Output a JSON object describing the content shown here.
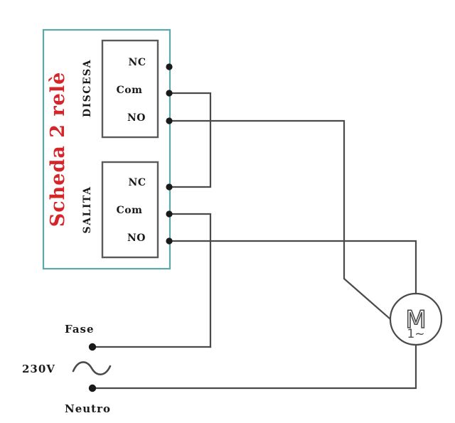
{
  "board": {
    "title": "Scheda 2 relè",
    "title_color": "#d4252a",
    "border_color": "#5aa8a8",
    "relays": [
      {
        "channel_label": "DISCESA",
        "terminals": [
          {
            "name": "NC",
            "label": "NC"
          },
          {
            "name": "Com",
            "label": "Com"
          },
          {
            "name": "NO",
            "label": "NO"
          }
        ]
      },
      {
        "channel_label": "SALITA",
        "terminals": [
          {
            "name": "NC",
            "label": "NC"
          },
          {
            "name": "Com",
            "label": "Com"
          },
          {
            "name": "NO",
            "label": "NO"
          }
        ]
      }
    ]
  },
  "supply": {
    "voltage_label": "230V",
    "ac_symbol": "sine-wave",
    "line_label": "Fase",
    "neutral_label": "Neutro"
  },
  "motor": {
    "symbol_letter": "M",
    "phase_label": "1~",
    "outline_color": "#4a4a4a"
  },
  "wiring": {
    "wire_color": "#4a4a4a",
    "node_color": "#1a1a1a"
  }
}
